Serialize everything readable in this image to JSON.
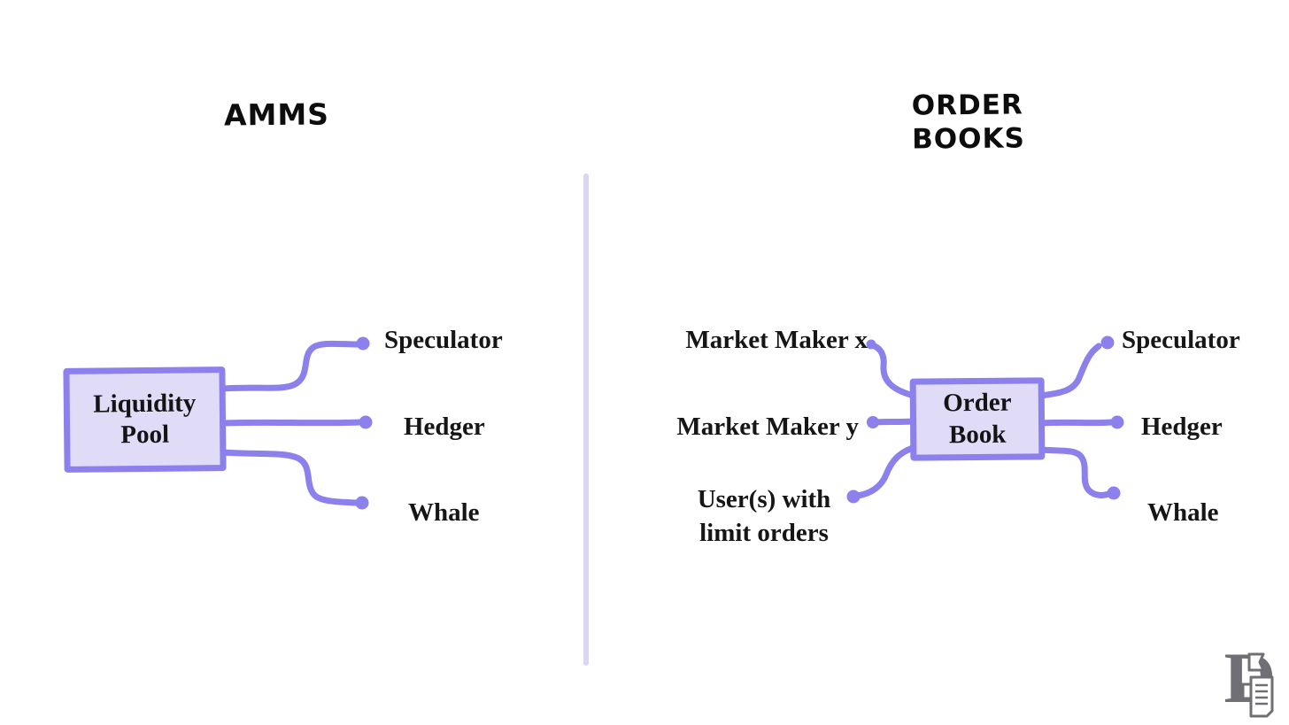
{
  "left_panel": {
    "title": "AMMS",
    "node_label": "Liquidity\nPool",
    "participants": [
      "Speculator",
      "Hedger",
      "Whale"
    ]
  },
  "right_panel": {
    "title": "ORDER\nBOOKS",
    "node_label": "Order\nBook",
    "liquidity_providers": [
      "Market Maker x",
      "Market Maker y",
      "User(s) with\nlimit orders"
    ],
    "participants": [
      "Speculator",
      "Hedger",
      "Whale"
    ]
  },
  "colors": {
    "connector_purple": "#8b80ec",
    "node_fill_lavender": "#e0dcf8",
    "divider_lavender": "#d9d5f5",
    "text_black": "#161616",
    "logo_gray": "#6f6f75",
    "background": "#ffffff"
  },
  "footer": {
    "logo_icon": "monogram-d-scroll-icon"
  }
}
